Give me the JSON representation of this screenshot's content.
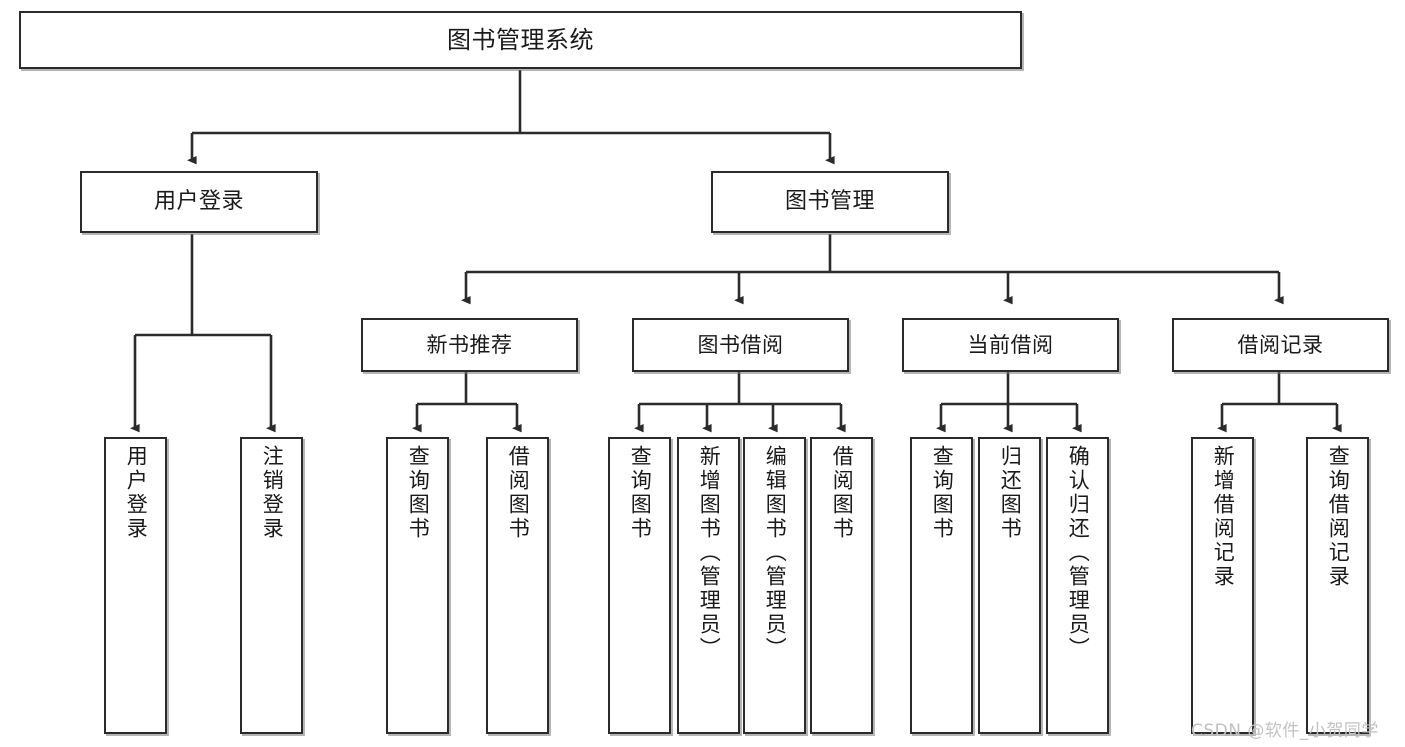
{
  "diagram": {
    "title": "图书管理系统",
    "type": "tree-hierarchy",
    "orientation": "top-down",
    "colors": {
      "box_border": "#2b2b2b",
      "box_fill": "#ffffff",
      "connector": "#2b2b2b",
      "text": "#1a1a1a",
      "watermark": "#c2c2c2",
      "background": "#ffffff"
    },
    "root": {
      "label": "图书管理系统"
    },
    "level1": [
      {
        "label": "用户登录"
      },
      {
        "label": "图书管理"
      }
    ],
    "level2": [
      {
        "label": "新书推荐"
      },
      {
        "label": "图书借阅"
      },
      {
        "label": "当前借阅"
      },
      {
        "label": "借阅记录"
      }
    ],
    "leaves": {
      "user_login": [
        {
          "label": "用户登录"
        },
        {
          "label": "注销登录"
        }
      ],
      "new_book_recommend": [
        {
          "label": "查询图书"
        },
        {
          "label": "借阅图书"
        }
      ],
      "book_borrow": [
        {
          "label": "查询图书"
        },
        {
          "label": "新增图书（管理员）"
        },
        {
          "label": "编辑图书（管理员）"
        },
        {
          "label": "借阅图书"
        }
      ],
      "current_borrow": [
        {
          "label": "查询图书"
        },
        {
          "label": "归还图书"
        },
        {
          "label": "确认归还（管理员）"
        }
      ],
      "borrow_record": [
        {
          "label": "新增借阅记录"
        },
        {
          "label": "查询借阅记录"
        }
      ]
    },
    "watermark": "CSDN @软件_小贺同学"
  }
}
